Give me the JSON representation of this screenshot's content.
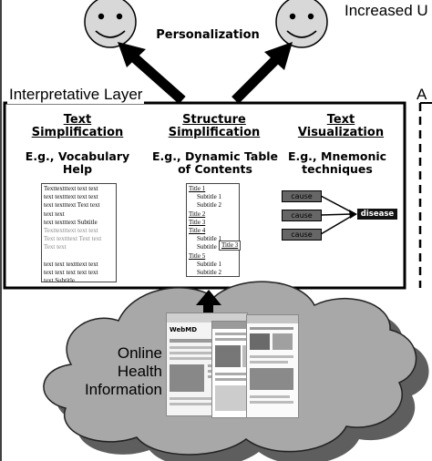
{
  "top": {
    "personalization_label": "Personalization",
    "increased_label": "Increased U"
  },
  "layer": {
    "title": "Interpretative Layer",
    "right_clip_label": "A"
  },
  "columns": [
    {
      "heading_line1": "Text",
      "heading_line2": "Simplification",
      "example_line1": "E.g., Vocabulary",
      "example_line2": "Help"
    },
    {
      "heading_line1": "Structure",
      "heading_line2": "Simplification",
      "example_line1": "E.g., Dynamic Table",
      "example_line2": "of Contents"
    },
    {
      "heading_line1": "Text",
      "heading_line2": "Visualization",
      "example_line1": "E.g., Mnemonic",
      "example_line2": "techniques"
    }
  ],
  "text_sample": {
    "lines": [
      "Texttextttext text text",
      "text textttext text text",
      "text textttext Text text",
      "text text",
      "text textttext Subtitle",
      "Texttextttext text text",
      "Text textttext Text text",
      "Text text",
      "",
      " text text textttext text",
      "text text text text text",
      "text Subtitle"
    ]
  },
  "toc": {
    "items": [
      {
        "text": "Title 1",
        "level": 0
      },
      {
        "text": "Subtitle 1",
        "level": 1
      },
      {
        "text": "Subtitle 2",
        "level": 1
      },
      {
        "text": "Title 2",
        "level": 0
      },
      {
        "text": "Title 3",
        "level": 0
      },
      {
        "text": "Title 4",
        "level": 0
      },
      {
        "text": "Subtitle 1",
        "level": 1
      },
      {
        "text": "Subtitle 2",
        "level": 1
      },
      {
        "text": "Title 5",
        "level": 0
      },
      {
        "text": "Subtitle 1",
        "level": 1
      },
      {
        "text": "Subtitle 2",
        "level": 1
      }
    ],
    "flyout_label": "Title 3"
  },
  "visualization": {
    "cause_labels": [
      "cause",
      "cause",
      "cause"
    ],
    "disease_label": "disease"
  },
  "cloud": {
    "label_line1": "Online",
    "label_line2": "Health",
    "label_line3": "Information",
    "webmd_label": "WebMD"
  },
  "colors": {
    "cloud_fill": "#a8a8a8",
    "cloud_shadow": "#5e5e5e",
    "face_fill": "#d8d8d8"
  }
}
